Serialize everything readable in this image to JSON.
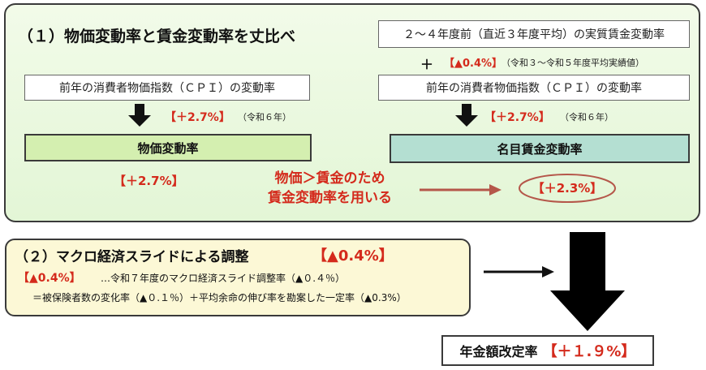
{
  "section1": {
    "title": "（１）物価変動率と賃金変動率を丈比べ",
    "left": {
      "box_label": "前年の消費者物価指数（ＣＰＩ）の変動率",
      "value": "【＋2.7%】",
      "note": "（令和６年）",
      "result_box": "物価変動率",
      "result_value": "【＋2.7%】"
    },
    "right": {
      "top_box": "２～４年度前（直近３年度平均）の実質賃金変動率",
      "plus": "＋",
      "plus_value": "【▲0.4%】",
      "plus_note": "（令和３～令和５年度平均実績値）",
      "box_label": "前年の消費者物価指数（ＣＰＩ）の変動率",
      "value": "【＋2.7%】",
      "note": "（令和６年）",
      "result_box": "名目賃金変動率",
      "result_value": "【＋2.3%】"
    },
    "comparison_line1": "物価＞賃金のため",
    "comparison_line2": "賃金変動率を用いる"
  },
  "section2": {
    "title": "（２）マクロ経済スライドによる調整",
    "title_value": "【▲0.4%】",
    "line1_value": "【▲0.4%】",
    "line1_text": "…令和７年度のマクロ経済スライド調整率（▲０.４％）",
    "line2_text": "＝被保険者数の変化率（▲０.１％）＋平均余命の伸び率を勘案した一定率（▲0.3%）"
  },
  "final": {
    "label": "年金額改定率",
    "value": "【＋１.９%】"
  },
  "colors": {
    "accent_red": "#d42a1c",
    "section1_bg": "#e3f6d6",
    "section2_bg": "#fcf8d6",
    "green_box": "#d4efb0",
    "teal_box": "#b4dfd2",
    "connector_arrow": "#b5574a"
  }
}
